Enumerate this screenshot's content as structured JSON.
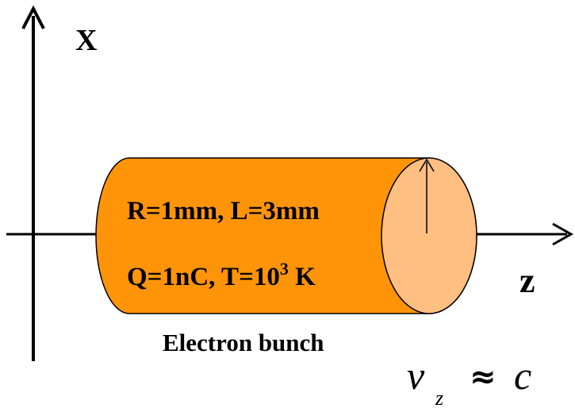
{
  "axes": {
    "x_label": "X",
    "z_label": "z"
  },
  "bunch": {
    "params_line1": "R=1mm, L=3mm",
    "params_line2_prefix": "Q=1nC, T=10",
    "params_line2_exponent": "3",
    "params_line2_suffix": " K",
    "caption": "Electron bunch"
  },
  "velocity": {
    "symbol": "v",
    "subscript": "z",
    "relation": "≈",
    "value": "c"
  },
  "colors": {
    "cylinder_body": "#ff9408",
    "cylinder_face": "#ffbf80",
    "stroke": "#000000",
    "text": "#000000"
  }
}
